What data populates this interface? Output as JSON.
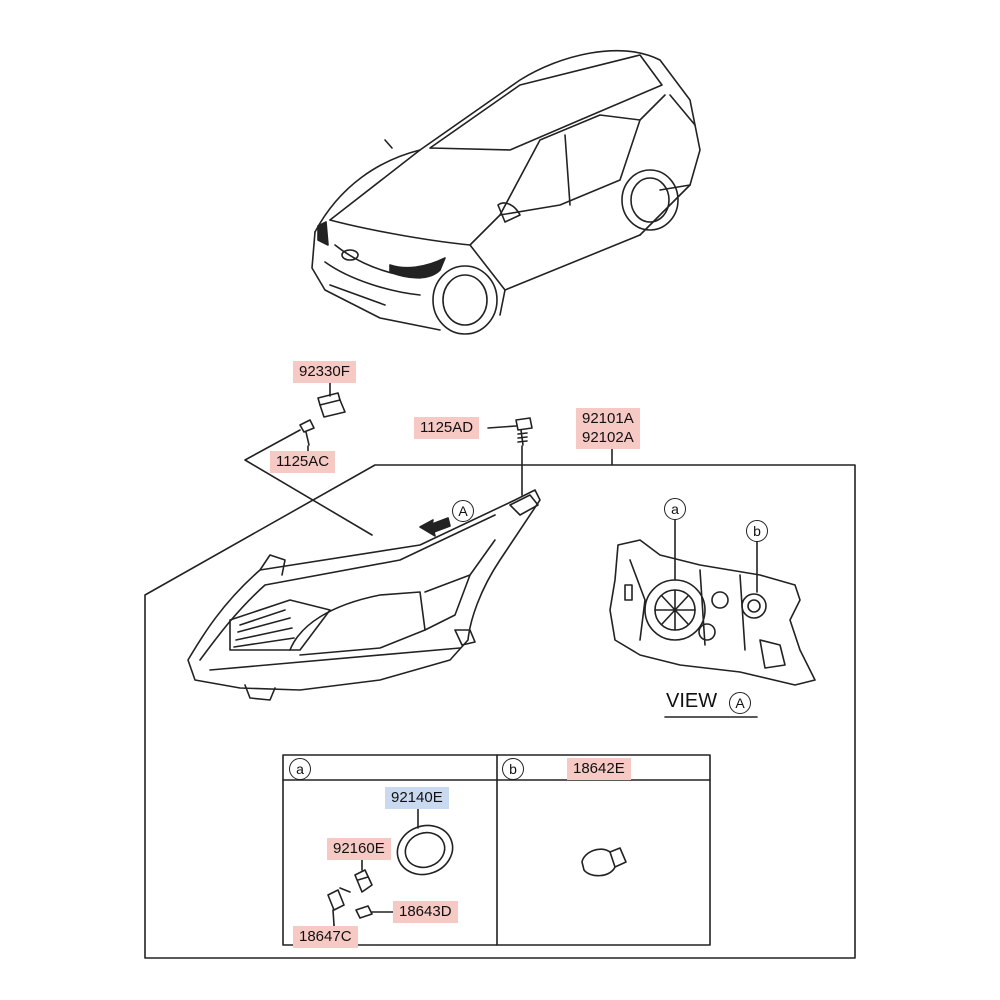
{
  "labels": {
    "p92330F": "92330F",
    "p1125AC": "1125AC",
    "p1125AD": "1125AD",
    "p92101A": "92101A",
    "p92102A": "92102A",
    "p92140E": "92140E",
    "p92160E": "92160E",
    "p18643D": "18643D",
    "p18647C": "18647C",
    "p18642E": "18642E"
  },
  "view": {
    "word": "VIEW",
    "ref": "A"
  },
  "markers": {
    "a": "a",
    "b": "b",
    "A": "A"
  },
  "colors": {
    "part_label_bg": "#f6c9c4",
    "highlight_label_bg": "#c9daf0",
    "line": "#222222"
  }
}
